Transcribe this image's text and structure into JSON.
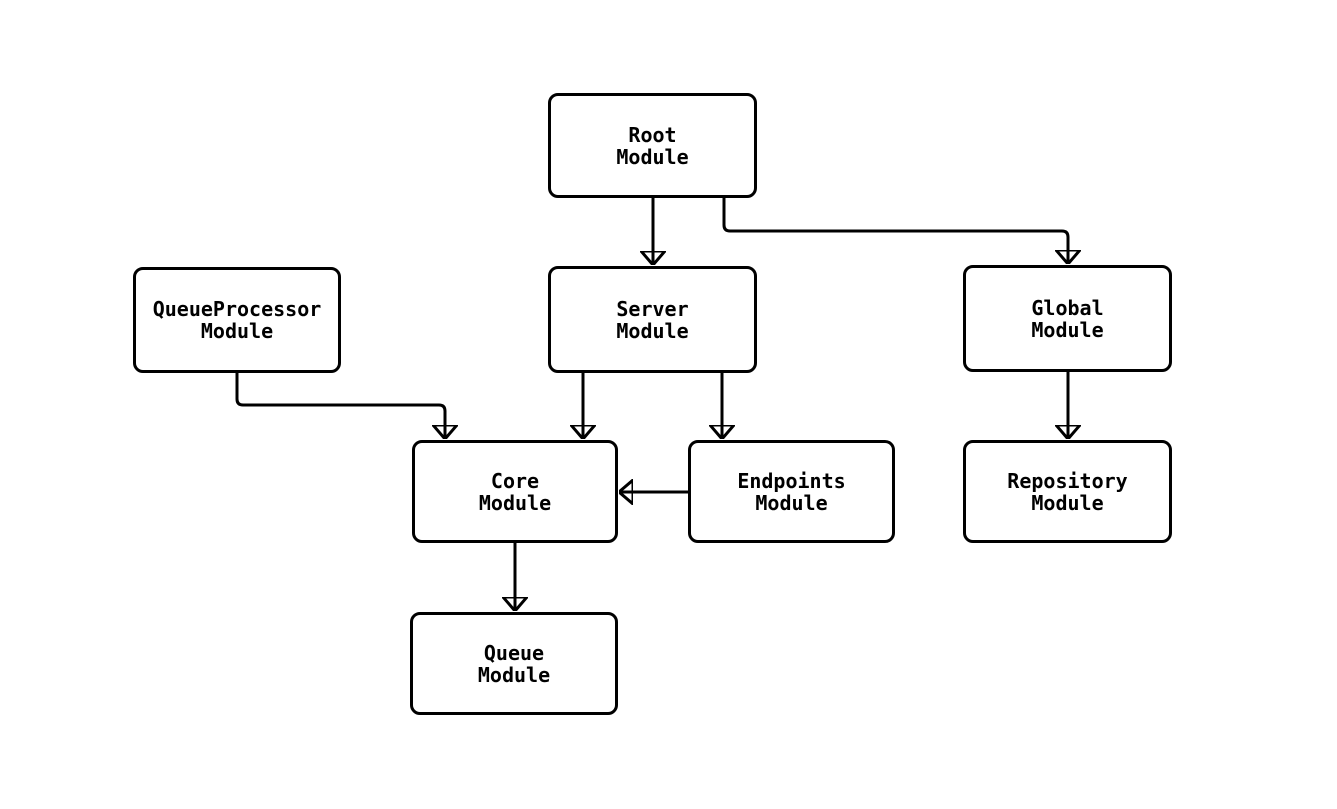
{
  "diagram": {
    "nodes": {
      "root": {
        "line1": "Root",
        "line2": "Module"
      },
      "queueprocessor": {
        "line1": "QueueProcessor",
        "line2": "Module"
      },
      "server": {
        "line1": "Server",
        "line2": "Module"
      },
      "global": {
        "line1": "Global",
        "line2": "Module"
      },
      "core": {
        "line1": "Core",
        "line2": "Module"
      },
      "endpoints": {
        "line1": "Endpoints",
        "line2": "Module"
      },
      "repository": {
        "line1": "Repository",
        "line2": "Module"
      },
      "queue": {
        "line1": "Queue",
        "line2": "Module"
      }
    },
    "edges": [
      {
        "from": "Root Module",
        "to": "Server Module"
      },
      {
        "from": "Root Module",
        "to": "Global Module"
      },
      {
        "from": "QueueProcessor Module",
        "to": "Core Module"
      },
      {
        "from": "Server Module",
        "to": "Core Module"
      },
      {
        "from": "Server Module",
        "to": "Endpoints Module"
      },
      {
        "from": "Endpoints Module",
        "to": "Core Module"
      },
      {
        "from": "Global Module",
        "to": "Repository Module"
      },
      {
        "from": "Core Module",
        "to": "Queue Module"
      }
    ],
    "colors": {
      "background": "#ffffff",
      "node_fill": "#ffffff",
      "stroke": "#000000",
      "text": "#000000"
    }
  }
}
